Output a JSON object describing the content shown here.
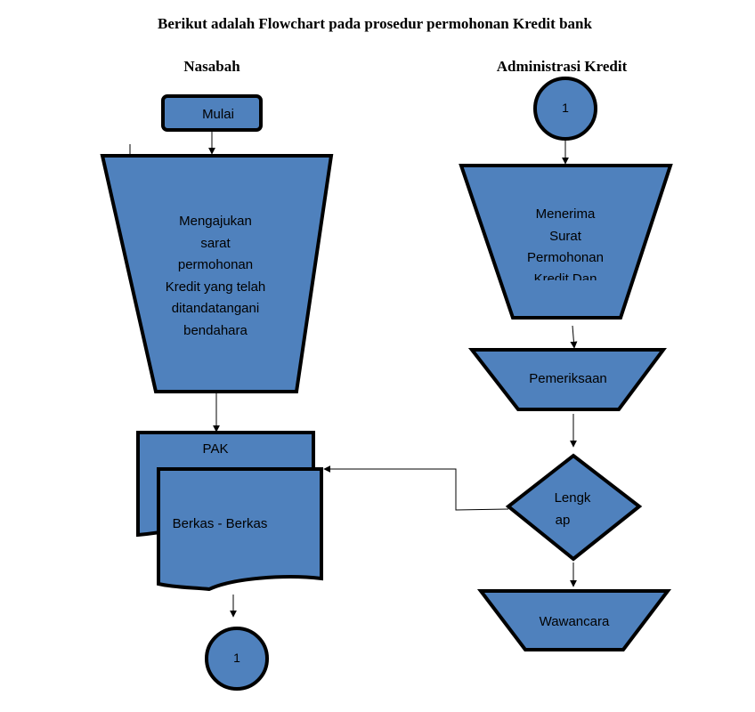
{
  "title": "Berikut adalah Flowchart pada prosedur permohonan Kredit bank",
  "lanes": {
    "left": "Nasabah",
    "right": "Administrasi Kredit"
  },
  "nodes": {
    "start": "Mulai",
    "apply": [
      "Mengajukan",
      "sarat",
      "permohonan",
      "Kredit yang telah",
      "ditandatangani",
      "bendahara"
    ],
    "doc_back": "PAK",
    "doc_front": "Berkas - Berkas",
    "connector_left": "1",
    "connector_right": "1",
    "receive": [
      "Menerima",
      "Surat",
      "Permohonan",
      "Kredit Dan"
    ],
    "check": "Pemeriksaan",
    "decision": [
      "Lengk",
      "ap"
    ],
    "interview": "Wawancara"
  },
  "colors": {
    "shape_fill": "#4f81bd",
    "stroke": "#000000"
  }
}
